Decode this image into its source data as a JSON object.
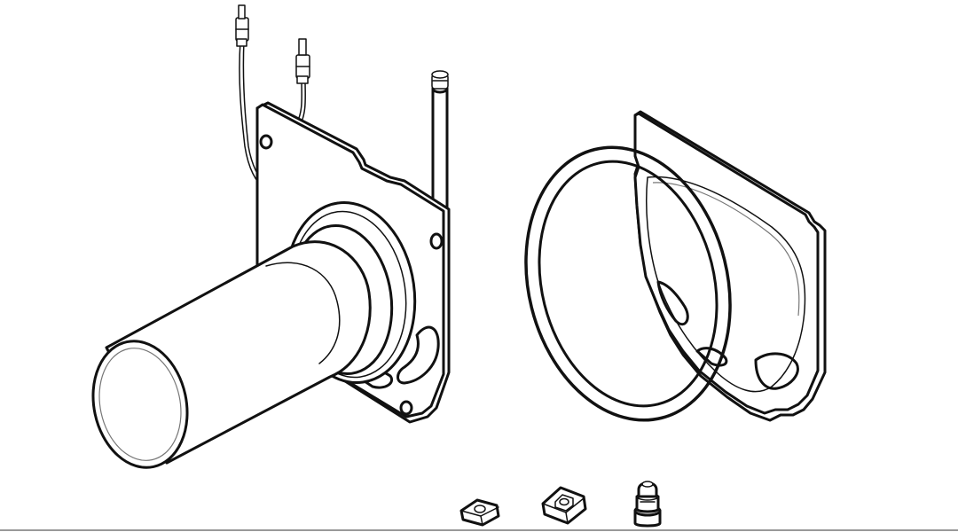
{
  "figure": {
    "background": "#ffffff",
    "line_color": "#111111",
    "parts": [
      "burner-tube-assembly",
      "ignition-wires",
      "gas-tube",
      "o-ring-gasket",
      "mounting-gasket",
      "square-nut-small",
      "square-nut-large",
      "orifice-fitting"
    ]
  }
}
